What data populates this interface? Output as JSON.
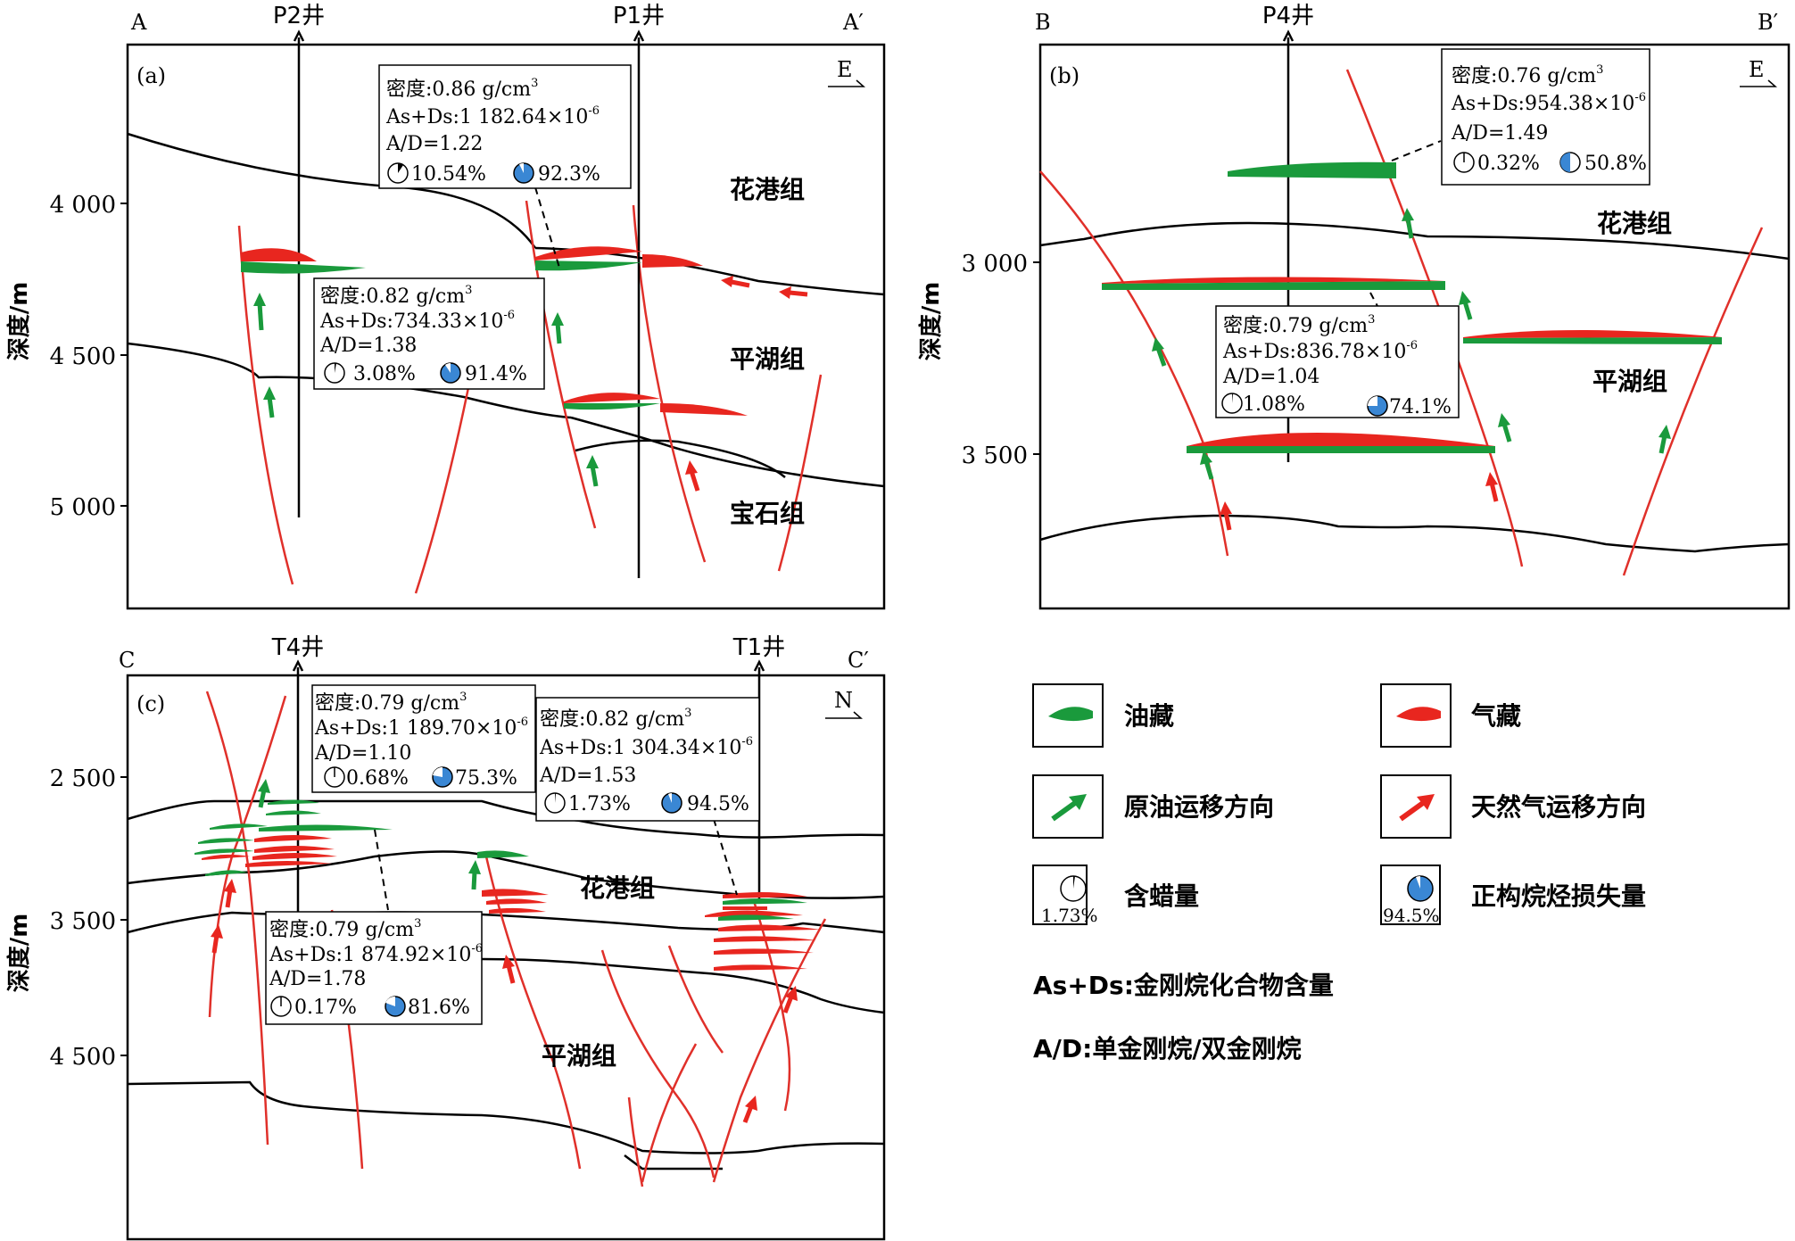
{
  "axis_label": "深度/m",
  "panel_a": {
    "tag": "(a)",
    "end_left": "A",
    "end_right": "A′",
    "dir": "E",
    "wells": [
      "P2井",
      "P1井"
    ],
    "ticks": [
      "4 000",
      "4 500",
      "5 000"
    ],
    "formations": [
      "花港组",
      "平湖组",
      "宝石组"
    ],
    "box1": {
      "l1": "密度:0.86 g/cm",
      "sup": "3",
      "l2": "As+Ds:1 182.64×10",
      "sup2": "-6",
      "l3": "A/D=1.22",
      "p1": "10.54%",
      "p2": "92.3%"
    },
    "box2": {
      "l1": "密度:0.82 g/cm",
      "sup": "3",
      "l2": "As+Ds:734.33×10",
      "sup2": "-6",
      "l3": "A/D=1.38",
      "p1": "3.08%",
      "p2": "91.4%"
    }
  },
  "panel_b": {
    "tag": "(b)",
    "end_left": "B",
    "end_right": "B′",
    "dir": "E",
    "wells": [
      "P4井"
    ],
    "ticks": [
      "3 000",
      "3 500"
    ],
    "formations": [
      "花港组",
      "平湖组"
    ],
    "box1": {
      "l1": "密度:0.76 g/cm",
      "sup": "3",
      "l2": "As+Ds:954.38×10",
      "sup2": "-6",
      "l3": "A/D=1.49",
      "p1": "0.32%",
      "p2": "50.8%"
    },
    "box2": {
      "l1": "密度:0.79 g/cm",
      "sup": "3",
      "l2": "As+Ds:836.78×10",
      "sup2": "-6",
      "l3": "A/D=1.04",
      "p1": "1.08%",
      "p2": "74.1%"
    }
  },
  "panel_c": {
    "tag": "(c)",
    "end_left": "C",
    "end_right": "C′",
    "dir": "N",
    "wells": [
      "T4井",
      "T1井"
    ],
    "ticks": [
      "2 500",
      "3 500",
      "4 500"
    ],
    "formations": [
      "花港组",
      "平湖组"
    ],
    "box1": {
      "l1": "密度:0.79 g/cm",
      "sup": "3",
      "l2": "As+Ds:1 189.70×10",
      "sup2": "-6",
      "l3": "A/D=1.10",
      "p1": "0.68%",
      "p2": "75.3%"
    },
    "box2": {
      "l1": "密度:0.82 g/cm",
      "sup": "3",
      "l2": "As+Ds:1 304.34×10",
      "sup2": "-6",
      "l3": "A/D=1.53",
      "p1": "1.73%",
      "p2": "94.5%"
    },
    "box3": {
      "l1": "密度:0.79 g/cm",
      "sup": "3",
      "l2": "As+Ds:1 874.92×10",
      "sup2": "-6",
      "l3": "A/D=1.78",
      "p1": "0.17%",
      "p2": "81.6%"
    }
  },
  "legend": {
    "oil": "油藏",
    "gas": "气藏",
    "oil_mig": "原油运移方向",
    "gas_mig": "天然气运移方向",
    "wax": "含蜡量",
    "wax_val": "1.73%",
    "loss": "正构烷烃损失量",
    "loss_val": "94.5%",
    "note1": "As+Ds:金刚烷化合物含量",
    "note2": "A/D:单金刚烷/双金刚烷"
  },
  "colors": {
    "oil": "#1a9a3c",
    "gas": "#e8261f",
    "fault": "#e0302a",
    "pie": "#3a87d4"
  }
}
